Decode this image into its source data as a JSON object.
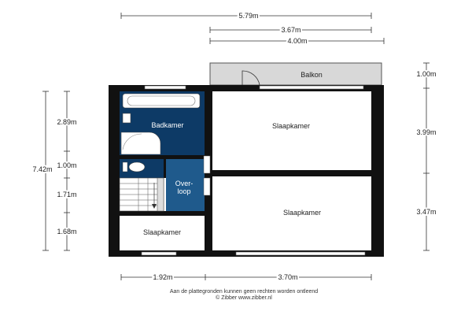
{
  "dimensions": {
    "top_total": "5.79m",
    "top_mid": "3.67m",
    "top_low": "4.00m",
    "left_total": "7.42m",
    "left_1": "2.89m",
    "left_2": "1.00m",
    "left_3": "1.71m",
    "left_4": "1.68m",
    "right_1": "1.00m",
    "right_2": "3.99m",
    "right_3": "3.47m",
    "bottom_left": "1.92m",
    "bottom_right": "3.70m"
  },
  "rooms": {
    "balkon": "Balkon",
    "badkamer": "Badkamer",
    "slaapkamer_top": "Slaapkamer",
    "slaapkamer_mid": "Slaapkamer",
    "slaapkamer_small": "Slaapkamer",
    "overloop_1": "Over-",
    "overloop_2": "loop"
  },
  "footer": {
    "disclaimer": "Aan de plattegronden kunnen geen rechten worden ontleend",
    "copyright": "© Zibber www.zibber.nl"
  },
  "colors": {
    "wall": "#111111",
    "wet_room": "#0d3a66",
    "hallway": "#1f5a8c",
    "balcony": "#d8d8d8"
  }
}
